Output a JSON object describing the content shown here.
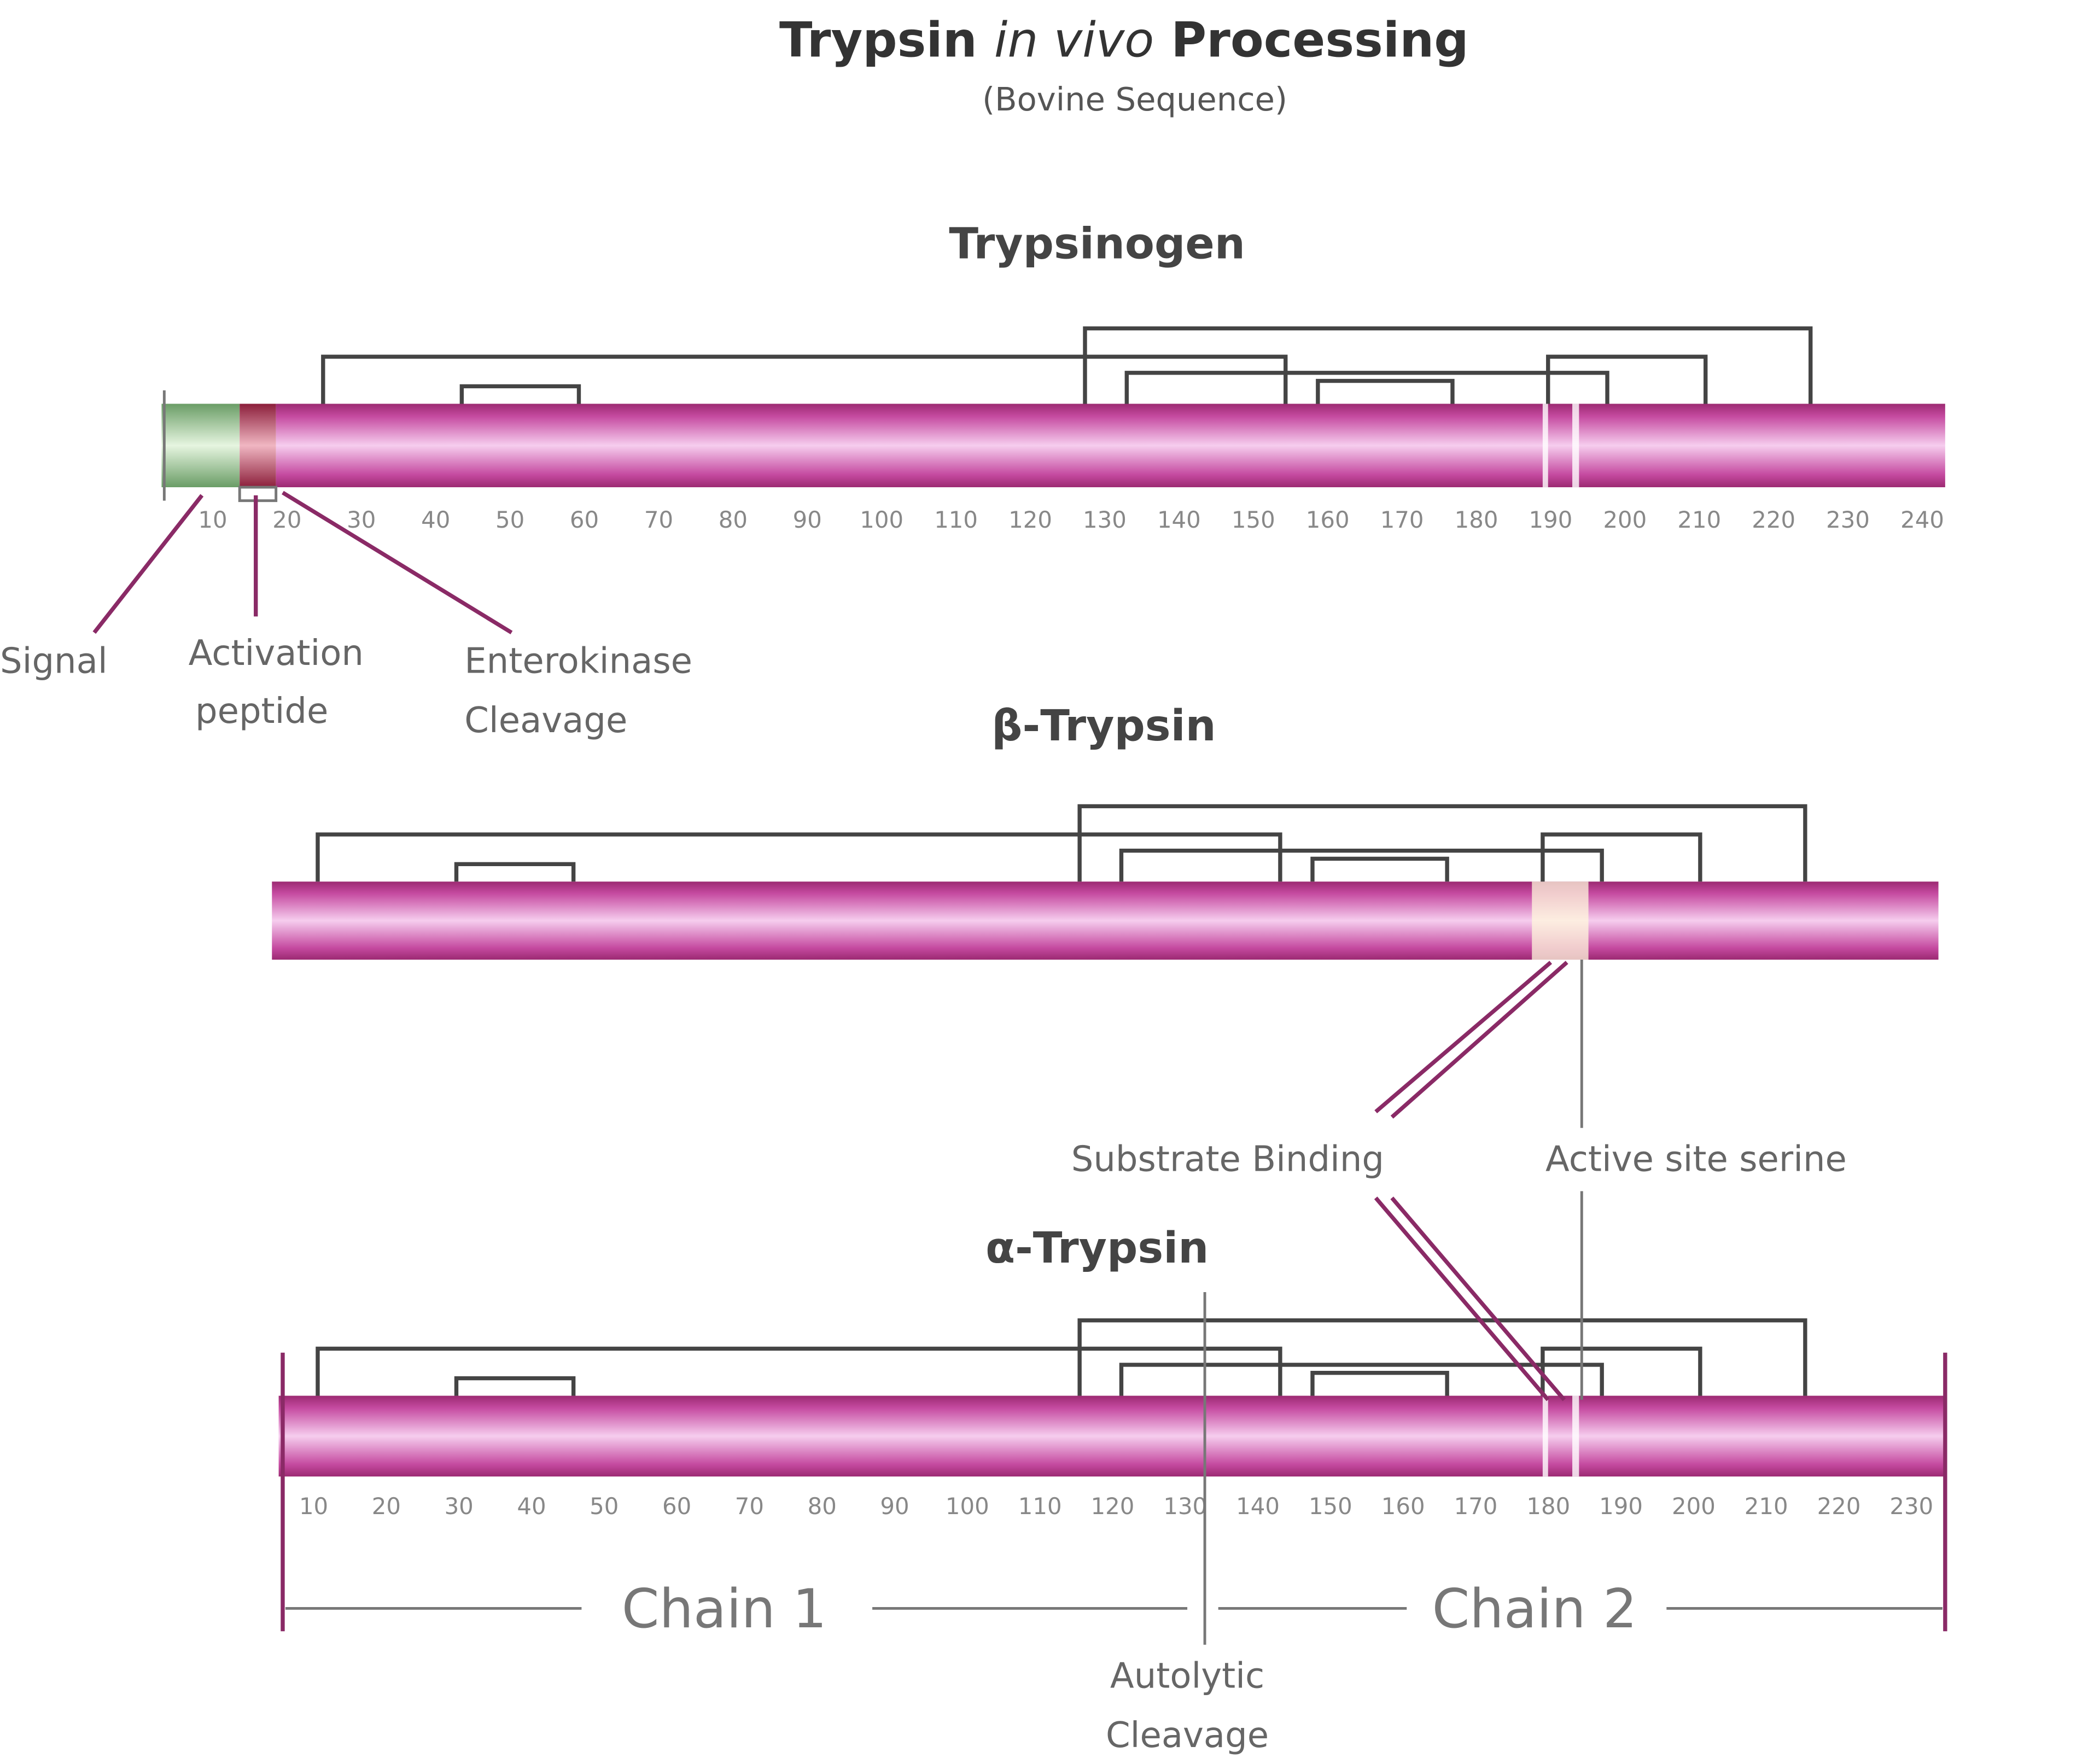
{
  "title": {
    "main_prefix": "Trypsin ",
    "main_italic": "in vivo",
    "main_suffix": " Processing",
    "subtitle": "(Bovine Sequence)"
  },
  "forms": [
    {
      "name": "Trypsinogen",
      "ticks": [
        "10",
        "20",
        "30",
        "40",
        "50",
        "60",
        "70",
        "80",
        "90",
        "100",
        "110",
        "120",
        "130",
        "140",
        "150",
        "160",
        "170",
        "180",
        "190",
        "200",
        "210",
        "220",
        "230",
        "240"
      ]
    },
    {
      "name": "β-Trypsin"
    },
    {
      "name": "α-Trypsin",
      "ticks": [
        "10",
        "20",
        "30",
        "40",
        "50",
        "60",
        "70",
        "80",
        "90",
        "100",
        "110",
        "120",
        "130",
        "140",
        "150",
        "160",
        "170",
        "180",
        "190",
        "200",
        "210",
        "220",
        "230"
      ]
    }
  ],
  "labels": {
    "signal": "Signal",
    "activation_1": "Activation",
    "activation_2": "peptide",
    "enterokinase_1": "Enterokinase",
    "enterokinase_2": "Cleavage",
    "substrate_binding": "Substrate Binding",
    "active_site": "Active site serine",
    "chain1": "Chain 1",
    "chain2": "Chain 2",
    "autolytic_1": "Autolytic",
    "autolytic_2": "Cleavage"
  },
  "colors": {
    "chain": "#c0429a",
    "signal": "#9fd09a",
    "activation": "#c2304f",
    "bracket": "#444444"
  }
}
